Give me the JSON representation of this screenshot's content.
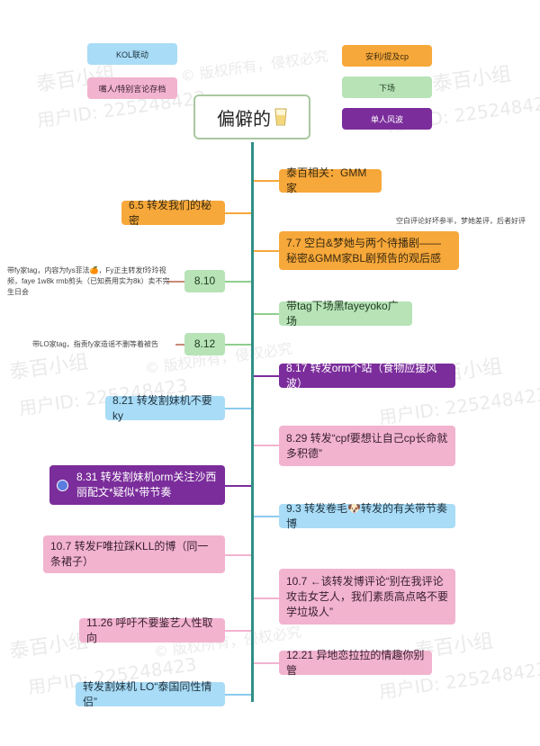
{
  "watermark": {
    "brand": "泰百小组",
    "copyright": "© 版权所有，侵权必究",
    "user_id": "用户ID: 225248423"
  },
  "legend": {
    "kol": "KOL联动",
    "privileged": "嘴人/特别言论存档",
    "wrong_cp": "安利/提及cp",
    "exit": "下场",
    "solo": "单人风波"
  },
  "title": "偏僻的",
  "notes": {
    "n77": "空白评论好坏参半，梦她差评，后者好评",
    "n810": "带fy家tag，内容为fys菲法🍊，Fy正主转发f玲玲视频，faye 1w8k rmb剪头（已知费用实为8k）卖不完生日会",
    "n812": "带LO家tag，指责fy家造谣不删等着被告"
  },
  "nodes": {
    "gmm": "泰百相关：GMM家",
    "d65": "6.5 转发我们的秘密",
    "d77": "7.7 空白&梦她与两个待播剧——秘密&GMM家BL剧预告的观后感",
    "d810": "8.10",
    "tag": "带tag下场黑fayeyoko广场",
    "d812": "8.12",
    "d817": "8.17 转发orm个站（食物应援风波）",
    "d821": "8.21 转发割妹机不要ky",
    "d829": "8.29 转发“cpf要想让自己cp长命就多积德”",
    "d831": "8.31 转发割妹机orm关注沙西丽配文*疑似*带节奏",
    "d93": "9.3 转发卷毛🐶转发的有关带节奏博",
    "d107a": "10.7 转发F唯拉踩KLL的博（同一条裙子）",
    "d107b": "10.7 ←该转发博评论“别在我评论攻击女艺人，我们素质高点咯不要学垃圾人”",
    "d1126": "11.26 呼吁不要鉴艺人性取向",
    "d1221": "12.21 异地恋拉拉的情趣你别管",
    "last": "转发割妹机 LO“泰国同性情侣”"
  }
}
